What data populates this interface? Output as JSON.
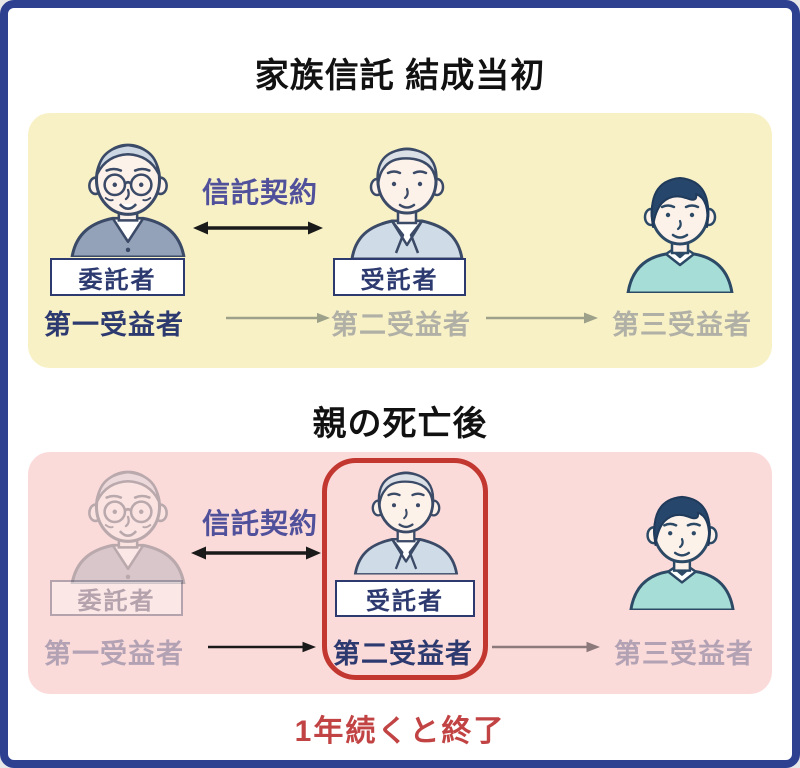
{
  "top": {
    "title": "家族信託 結成当初",
    "contract": "信託契約",
    "settlor": "委託者",
    "trustee": "受託者",
    "b1": "第一受益者",
    "b2": "第二受益者",
    "b3": "第三受益者"
  },
  "bottom": {
    "title": "親の死亡後",
    "contract": "信託契約",
    "settlor": "委託者",
    "trustee": "受託者",
    "b1": "第一受益者",
    "b2": "第二受益者",
    "b3": "第三受益者",
    "footer": "1年続くと終了"
  },
  "icons": {
    "elderly": "elderly-man-illustration",
    "middle": "middle-aged-man-illustration",
    "young": "young-man-illustration"
  },
  "colors": {
    "frame_border": "#2e4191",
    "page_bg": "#ffffff",
    "top_panel_bg": "#f8f1c6",
    "bottom_panel_bg": "#fbdbda",
    "title_text": "#111111",
    "navy_text": "#2d3a70",
    "contract_text": "#50509b",
    "label_box_bg": "#ffffff",
    "highlight_box_red": "#c2372f",
    "footer_red": "#c24343",
    "chain_arrow_gray": "#9da189",
    "bottom_chain_arrow": "#8c797b",
    "black": "#1a1a1a"
  }
}
